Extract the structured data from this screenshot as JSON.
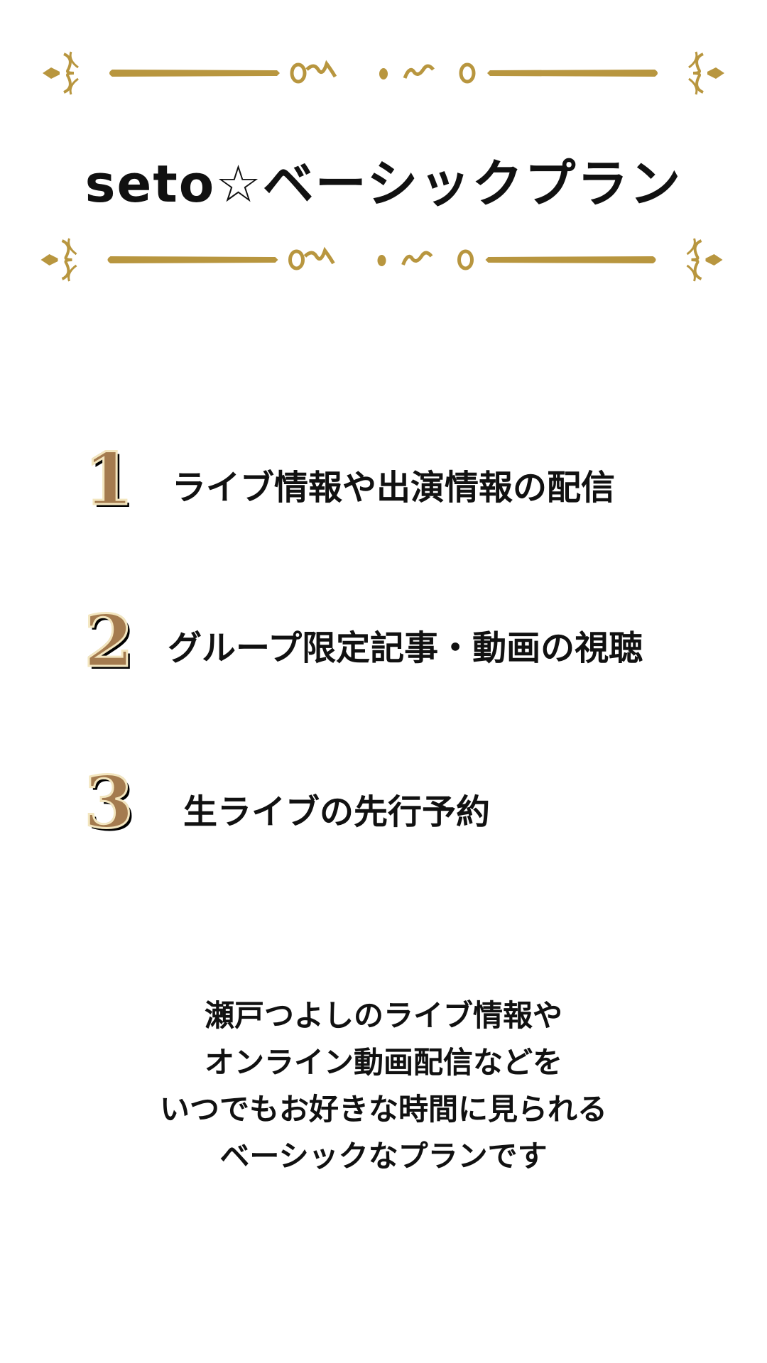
{
  "title": "seto☆ベーシックプラン",
  "features": [
    {
      "number": "1",
      "label": "ライブ情報や出演情報の配信"
    },
    {
      "number": "2",
      "label": "グループ限定記事・動画の視聴"
    },
    {
      "number": "3",
      "label": "生ライブの先行予約"
    }
  ],
  "description": [
    "瀬戸つよしのライブ情報や",
    "オンライン動画配信などを",
    "いつでもお好きな時間に見られる",
    "ベーシックなプランです"
  ],
  "colors": {
    "gold": "#b8963f",
    "number_fill": "#a47b4f"
  }
}
